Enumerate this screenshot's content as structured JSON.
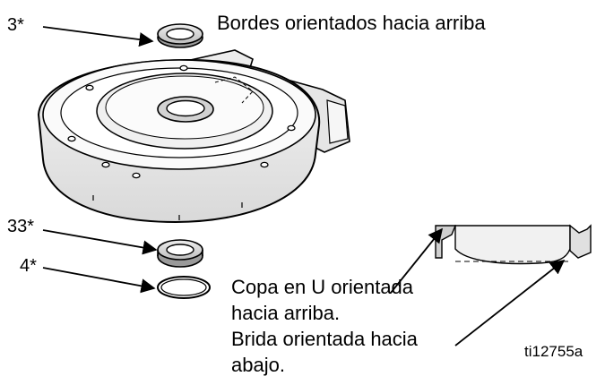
{
  "callouts": {
    "part_3": "3*",
    "part_33": "33*",
    "part_4": "4*",
    "lips_up": "Bordes orientados hacia arriba",
    "cup_line1": "Copa en U orientada",
    "cup_line2": "hacia arriba.",
    "flange_line1": "Brida orientada hacia",
    "flange_line2": "abajo."
  },
  "figure_id": "ti12755a"
}
